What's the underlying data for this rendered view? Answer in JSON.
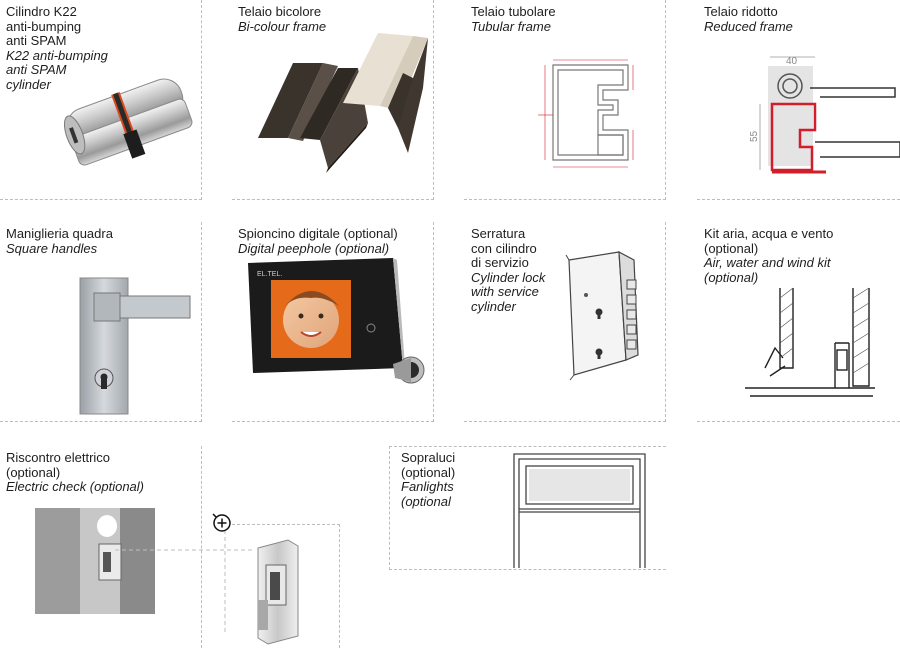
{
  "items": [
    {
      "it": [
        "Cilindro K22",
        "anti-bumping",
        "anti SPAM"
      ],
      "en": [
        "K22 anti-bumping",
        "anti SPAM",
        "cylinder"
      ]
    },
    {
      "it": [
        "Telaio bicolore"
      ],
      "en": [
        "Bi-colour frame"
      ]
    },
    {
      "it": [
        "Telaio tubolare"
      ],
      "en": [
        "Tubular frame"
      ]
    },
    {
      "it": [
        "Telaio ridotto"
      ],
      "en": [
        "Reduced frame"
      ]
    },
    {
      "it": [
        "Maniglieria quadra"
      ],
      "en": [
        "Square handles"
      ]
    },
    {
      "it": [
        "Spioncino digitale (optional)"
      ],
      "en": [
        "Digital peephole (optional)"
      ]
    },
    {
      "it": [
        "Serratura",
        "con cilindro",
        "di servizio"
      ],
      "en": [
        "Cylinder lock",
        "with service",
        "cylinder"
      ]
    },
    {
      "it": [
        "Kit aria, acqua e vento",
        "(optional)"
      ],
      "en": [
        "Air, water and wind kit",
        "(optional)"
      ]
    },
    {
      "it": [
        "Riscontro elettrico",
        "(optional)"
      ],
      "en": [
        "Electric check (optional)"
      ]
    },
    {
      "it": [
        "Sopraluci",
        "(optional)"
      ],
      "en": [
        "Fanlights",
        "(optional"
      ]
    }
  ],
  "reduced_frame_dims": {
    "width": "40",
    "height": "55"
  },
  "peephole_brand": "EL.TEL.",
  "colors": {
    "red_detail": "#d21e2a",
    "dashed_border": "#bdbdbd"
  }
}
